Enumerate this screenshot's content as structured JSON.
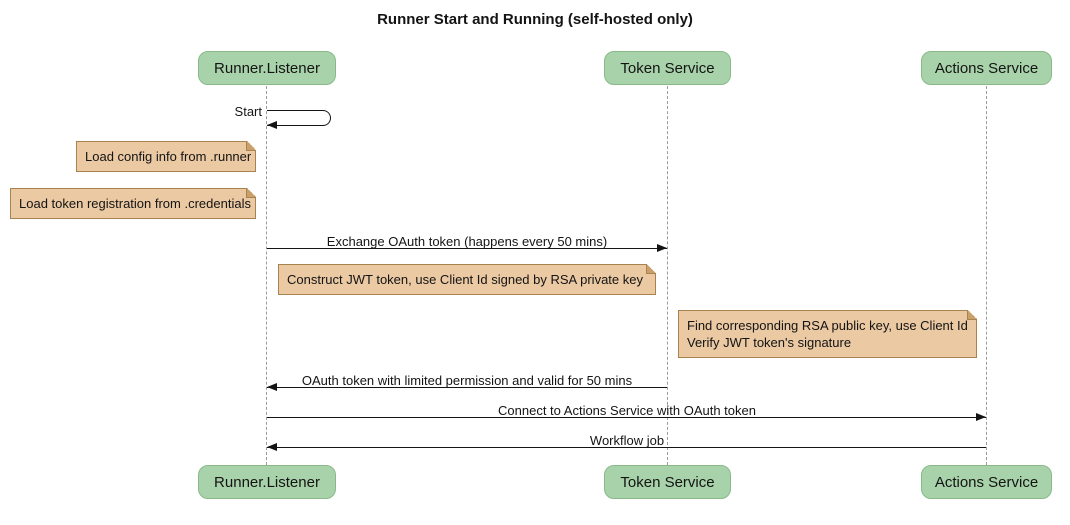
{
  "title": "Runner Start and Running (self-hosted only)",
  "diagram_type": "sequence",
  "colors": {
    "participant_fill": "#a8d3aa",
    "participant_border": "#89b989",
    "note_fill": "#ebc9a3",
    "note_border": "#a8824f",
    "lifeline": "#9a9a9a",
    "arrow": "#141414",
    "background": "#ffffff"
  },
  "participants": [
    {
      "label": "Runner.Listener"
    },
    {
      "label": "Token Service"
    },
    {
      "label": "Actions Service"
    }
  ],
  "messages": [
    {
      "label": "Start",
      "from": "Runner.Listener",
      "to": "Runner.Listener",
      "kind": "self"
    },
    {
      "label": "Exchange OAuth token (happens every 50 mins)",
      "from": "Runner.Listener",
      "to": "Token Service",
      "kind": "arrow"
    },
    {
      "label": "OAuth token with limited permission and valid for 50 mins",
      "from": "Token Service",
      "to": "Runner.Listener",
      "kind": "arrow"
    },
    {
      "label": "Connect to Actions Service with OAuth token",
      "from": "Runner.Listener",
      "to": "Actions Service",
      "kind": "arrow"
    },
    {
      "label": "Workflow job",
      "from": "Actions Service",
      "to": "Runner.Listener",
      "kind": "arrow"
    }
  ],
  "notes": [
    {
      "lines": [
        "Load config info from .runner"
      ]
    },
    {
      "lines": [
        "Load token registration from .credentials"
      ]
    },
    {
      "lines": [
        "Construct JWT token, use Client Id signed by RSA private key"
      ]
    },
    {
      "lines": [
        "Find corresponding RSA public key, use Client Id",
        "Verify JWT token's signature"
      ]
    }
  ]
}
